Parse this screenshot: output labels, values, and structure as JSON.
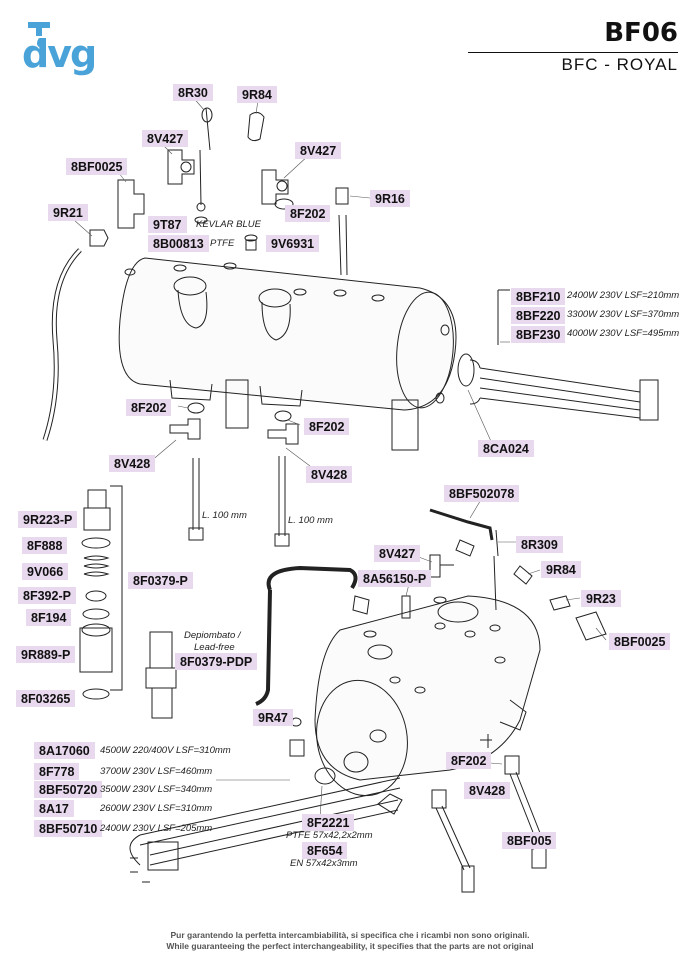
{
  "brand": {
    "logo_text": "dvg",
    "logo_icon": "faucet-drop-icon",
    "accent": "#4aa3d8",
    "label_bg": "#e9d9ef"
  },
  "header": {
    "model_code": "BF06",
    "model_name": "BFC - ROYAL"
  },
  "parts": {
    "p8R30": "8R30",
    "p9R84a": "9R84",
    "p8V427a": "8V427",
    "p8V427b": "8V427",
    "p8BF0025a": "8BF0025",
    "p9R21": "9R21",
    "p9T87": "9T87",
    "p8B00813": "8B00813",
    "p9V6931": "9V6931",
    "p8F202a": "8F202",
    "p9R16": "9R16",
    "p8BF210": "8BF210",
    "p8BF220": "8BF220",
    "p8BF230": "8BF230",
    "p8F202b": "8F202",
    "p8F202c": "8F202",
    "p8V428a": "8V428",
    "p8V428b": "8V428",
    "p8CA024": "8CA024",
    "p8BF502078": "8BF502078",
    "p9R223P": "9R223-P",
    "p8F888": "8F888",
    "p9V066": "9V066",
    "p8F0379P": "8F0379-P",
    "p8F392P": "8F392-P",
    "p8F194": "8F194",
    "p9R889P": "9R889-P",
    "p8F03265": "8F03265",
    "p8F0379PDP": "8F0379-PDP",
    "p8V427c": "8V427",
    "p8R309": "8R309",
    "p8A56150P": "8A56150-P",
    "p9R84b": "9R84",
    "p9R23": "9R23",
    "p8BF0025b": "8BF0025",
    "p9R47": "9R47",
    "p8A17060": "8A17060",
    "p8F778": "8F778",
    "p8BF50720": "8BF50720",
    "p8A17": "8A17",
    "p8BF50710": "8BF50710",
    "p8F202d": "8F202",
    "p8V428c": "8V428",
    "p8F2221": "8F2221",
    "p8F654": "8F654",
    "p8BF005": "8BF005"
  },
  "notes": {
    "kevlar": "KEVLAR BLUE",
    "ptfe": "PTFE",
    "bf210": "2400W 230V LSF=210mm",
    "bf220": "3300W 230V LSF=370mm",
    "bf230": "4000W 230V LSF=495mm",
    "l100a": "L. 100 mm",
    "l100b": "L. 100 mm",
    "depiombato": "Depiombato /",
    "leadfree": "Lead-free",
    "a17060": "4500W 220/400V LSF=310mm",
    "f778": "3700W 230V LSF=460mm",
    "bf50720": "3500W 230V LSF=340mm",
    "a17": "2600W 230V LSF=310mm",
    "bf50710": "2400W 230V LSF=205mm",
    "f2221": "PTFE 57x42,2x2mm",
    "f654": "EN 57x42x3mm"
  },
  "footer": {
    "it": "Pur garantendo la perfetta intercambiabilità, si specifica che i ricambi non sono originali.",
    "en": "While guaranteeing the perfect interchangeability, it specifies that the parts are not original"
  }
}
